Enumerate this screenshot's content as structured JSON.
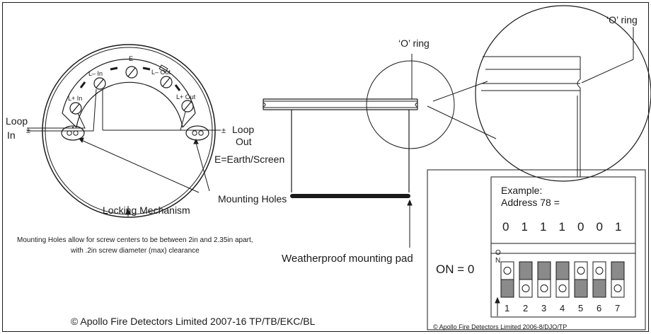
{
  "base_diagram": {
    "terminals": {
      "l_minus_in": "L– In",
      "earth": "E",
      "l_minus_out": "L– Out",
      "l_plus_in": "L+ In",
      "l_plus_out": "L+ Out"
    },
    "loop_in": [
      "Loop",
      "In"
    ],
    "loop_out": [
      "Loop",
      "Out"
    ],
    "sign_in": "±",
    "sign_out": "±",
    "earth_label": "E=Earth/Screen",
    "mounting_holes_label": "Mounting Holes",
    "locking_label": "Locking Mechanism",
    "note_lines": [
      "Mounting Holes allow for screw centers to be between 2in and 2.35in apart,",
      "with .2in screw diameter (max) clearance"
    ]
  },
  "side_view": {
    "o_ring_label": "‘O’ ring",
    "o_ring_zoom_label": "‘O’ ring",
    "pad_label": "Weatherproof mounting pad"
  },
  "address_panel": {
    "example_title": "Example:",
    "example_address": "Address 78 =",
    "bits": [
      "0",
      "1",
      "1",
      "1",
      "0",
      "0",
      "1"
    ],
    "on_equals": "ON = 0",
    "switch_on_label": "O\nN",
    "switch_numbers": [
      "1",
      "2",
      "3",
      "4",
      "5",
      "6",
      "7"
    ],
    "switch_states": [
      0,
      1,
      1,
      1,
      0,
      0,
      1
    ],
    "copyright": "© Apollo Fire Detectors Limited 2006-8/DJO/TP"
  },
  "footer_copyright": "© Apollo Fire Detectors Limited 2007-16 TP/TB/EKC/BL",
  "colors": {
    "line": "#1a1a1a",
    "switch_fill": "#8a8a8a",
    "background": "#ffffff"
  }
}
